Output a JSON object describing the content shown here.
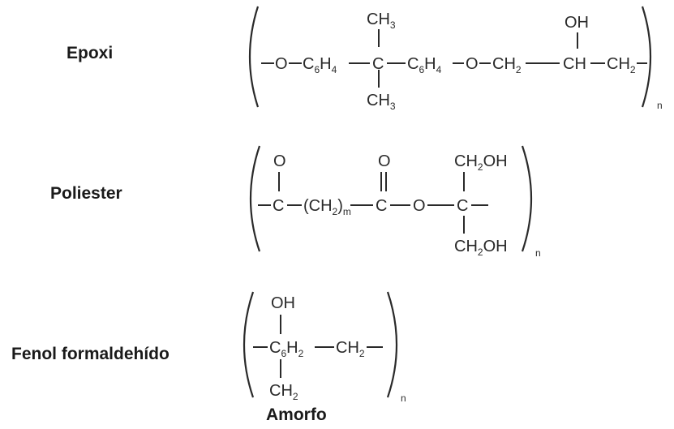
{
  "labels": {
    "epoxi": "Epoxi",
    "poliester": "Poliester",
    "fenol": "Fenol formaldehído",
    "amorfo": "Amorfo"
  },
  "epoxi": {
    "top_group": "CH",
    "top_group_sub": "3",
    "bottom_group": "CH",
    "bottom_group_sub": "3",
    "oh": "OH",
    "o1": "O",
    "ring1": "C",
    "ring1_sub1": "6",
    "ring1_h": "H",
    "ring1_sub2": "4",
    "center_c": "C",
    "ring2": "C",
    "ring2_sub1": "6",
    "ring2_h": "H",
    "ring2_sub2": "4",
    "o2": "O",
    "ch2a": "CH",
    "ch2a_sub": "2",
    "ch": "CH",
    "ch2b": "CH",
    "ch2b_sub": "2",
    "repeat": "n"
  },
  "poliester": {
    "o_top1": "O",
    "o_top2": "O",
    "ch2oh_top": "CH",
    "ch2oh_top_sub": "2",
    "ch2oh_top_oh": "OH",
    "c1": "C",
    "ch2n": "(CH",
    "ch2n_sub": "2",
    "ch2n_close": ")",
    "ch2n_m": "m",
    "c2": "C",
    "o_mid": "O",
    "c3": "C",
    "ch2oh_bot": "CH",
    "ch2oh_bot_sub": "2",
    "ch2oh_bot_oh": "OH",
    "repeat": "n"
  },
  "fenol": {
    "oh": "OH",
    "c6h2": "C",
    "c6h2_sub1": "6",
    "c6h2_h": "H",
    "c6h2_sub2": "2",
    "ch2": "CH",
    "ch2_sub": "2",
    "ch2_bot": "CH",
    "ch2_bot_sub": "2",
    "repeat": "n"
  }
}
